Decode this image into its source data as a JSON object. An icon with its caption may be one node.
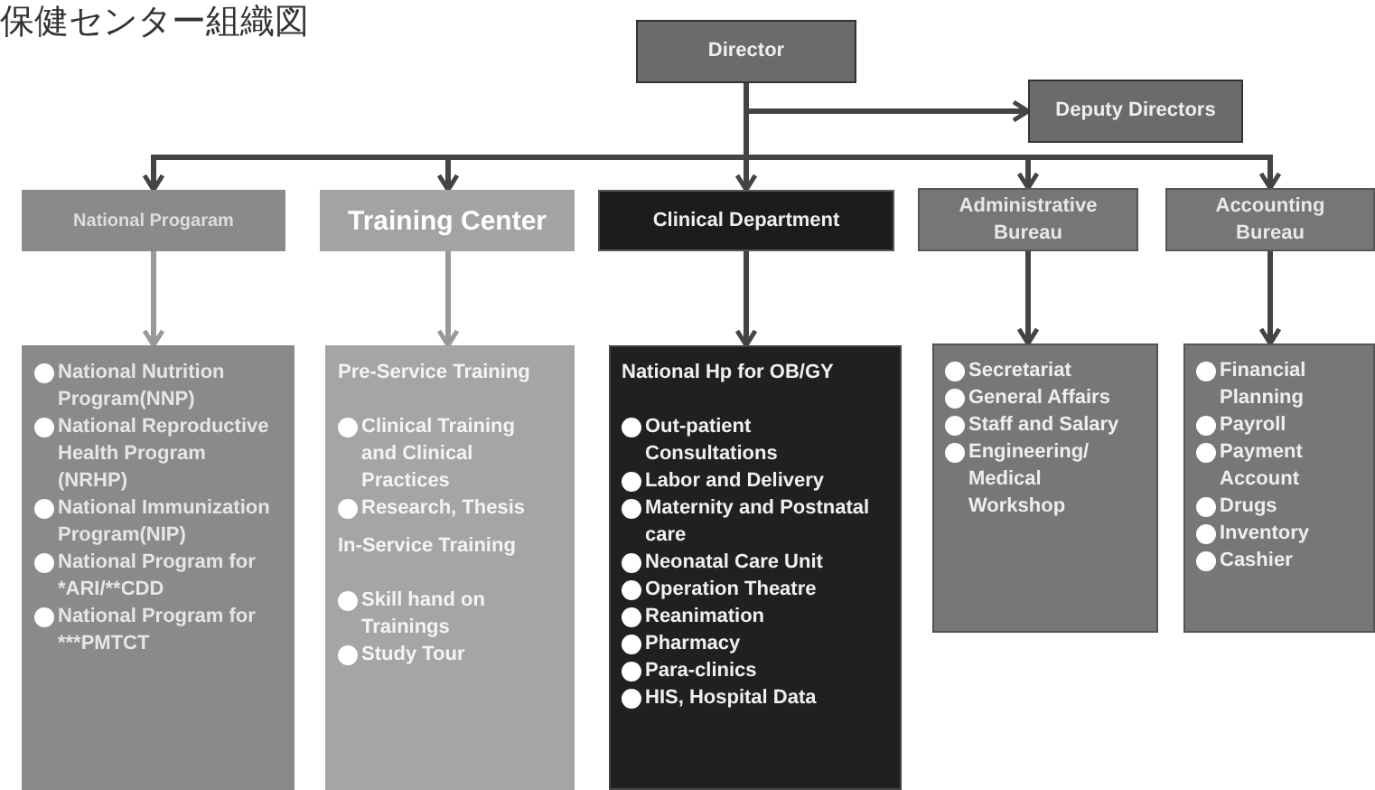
{
  "diagram": {
    "title": "保健センター組織図",
    "nodes": [
      {
        "text": [
          "Director"
        ]
      },
      {
        "text": [
          "Deputy Directors"
        ]
      },
      {
        "text": [
          "National Progaram"
        ]
      },
      {
        "text": [
          "Training Center"
        ]
      },
      {
        "text": [
          "Clinical Department"
        ]
      },
      {
        "text": [
          "Administrative Bureau"
        ]
      },
      {
        "text": [
          "Accounting Bureau"
        ]
      },
      {
        "text": [
          "National Nutrition Program(NNP)",
          "National Reproductive Health Program (NRHP)",
          "National Immunization Program(NIP)",
          "National Program for *ARI/**CDD",
          "National Program for ***PMTCT"
        ]
      },
      {
        "text": [
          "Pre-Service Training",
          "Clinical Training and Clinical Practices",
          "Research, Thesis",
          "In-Service Training",
          "Skill hand on Trainings",
          "Study Tour"
        ]
      },
      {
        "text": [
          "National Hp for OB/GY",
          "Out-patient Consultations",
          "Labor and Delivery",
          "Maternity and Postnatal care",
          "Neonatal Care Unit",
          "Operation Theatre",
          "Reanimation",
          "Pharmacy",
          "Para-clinics",
          "HIS, Hospital Data"
        ]
      },
      {
        "text": [
          "Secretariat",
          "General Affairs",
          "Staff and Salary",
          "Engineering/ Medical Workshop"
        ]
      },
      {
        "text": [
          "Financial Planning",
          "Payroll",
          "Payment Account",
          "Drugs",
          "Inventory",
          "Cashier"
        ]
      }
    ],
    "edges": [
      {
        "from": 0,
        "to": 1,
        "arrow": "to"
      },
      {
        "from": 0,
        "to": 2,
        "arrow": "to"
      },
      {
        "from": 0,
        "to": 3,
        "arrow": "to"
      },
      {
        "from": 0,
        "to": 4,
        "arrow": "to"
      },
      {
        "from": 0,
        "to": 5,
        "arrow": "to"
      },
      {
        "from": 0,
        "to": 6,
        "arrow": "to"
      },
      {
        "from": 2,
        "to": 7,
        "arrow": "to",
        "color": "#999999"
      },
      {
        "from": 3,
        "to": 8,
        "arrow": "to",
        "color": "#999999"
      },
      {
        "from": 4,
        "to": 9,
        "arrow": "to"
      },
      {
        "from": 5,
        "to": 10,
        "arrow": "to"
      },
      {
        "from": 6,
        "to": 11,
        "arrow": "to"
      }
    ]
  }
}
